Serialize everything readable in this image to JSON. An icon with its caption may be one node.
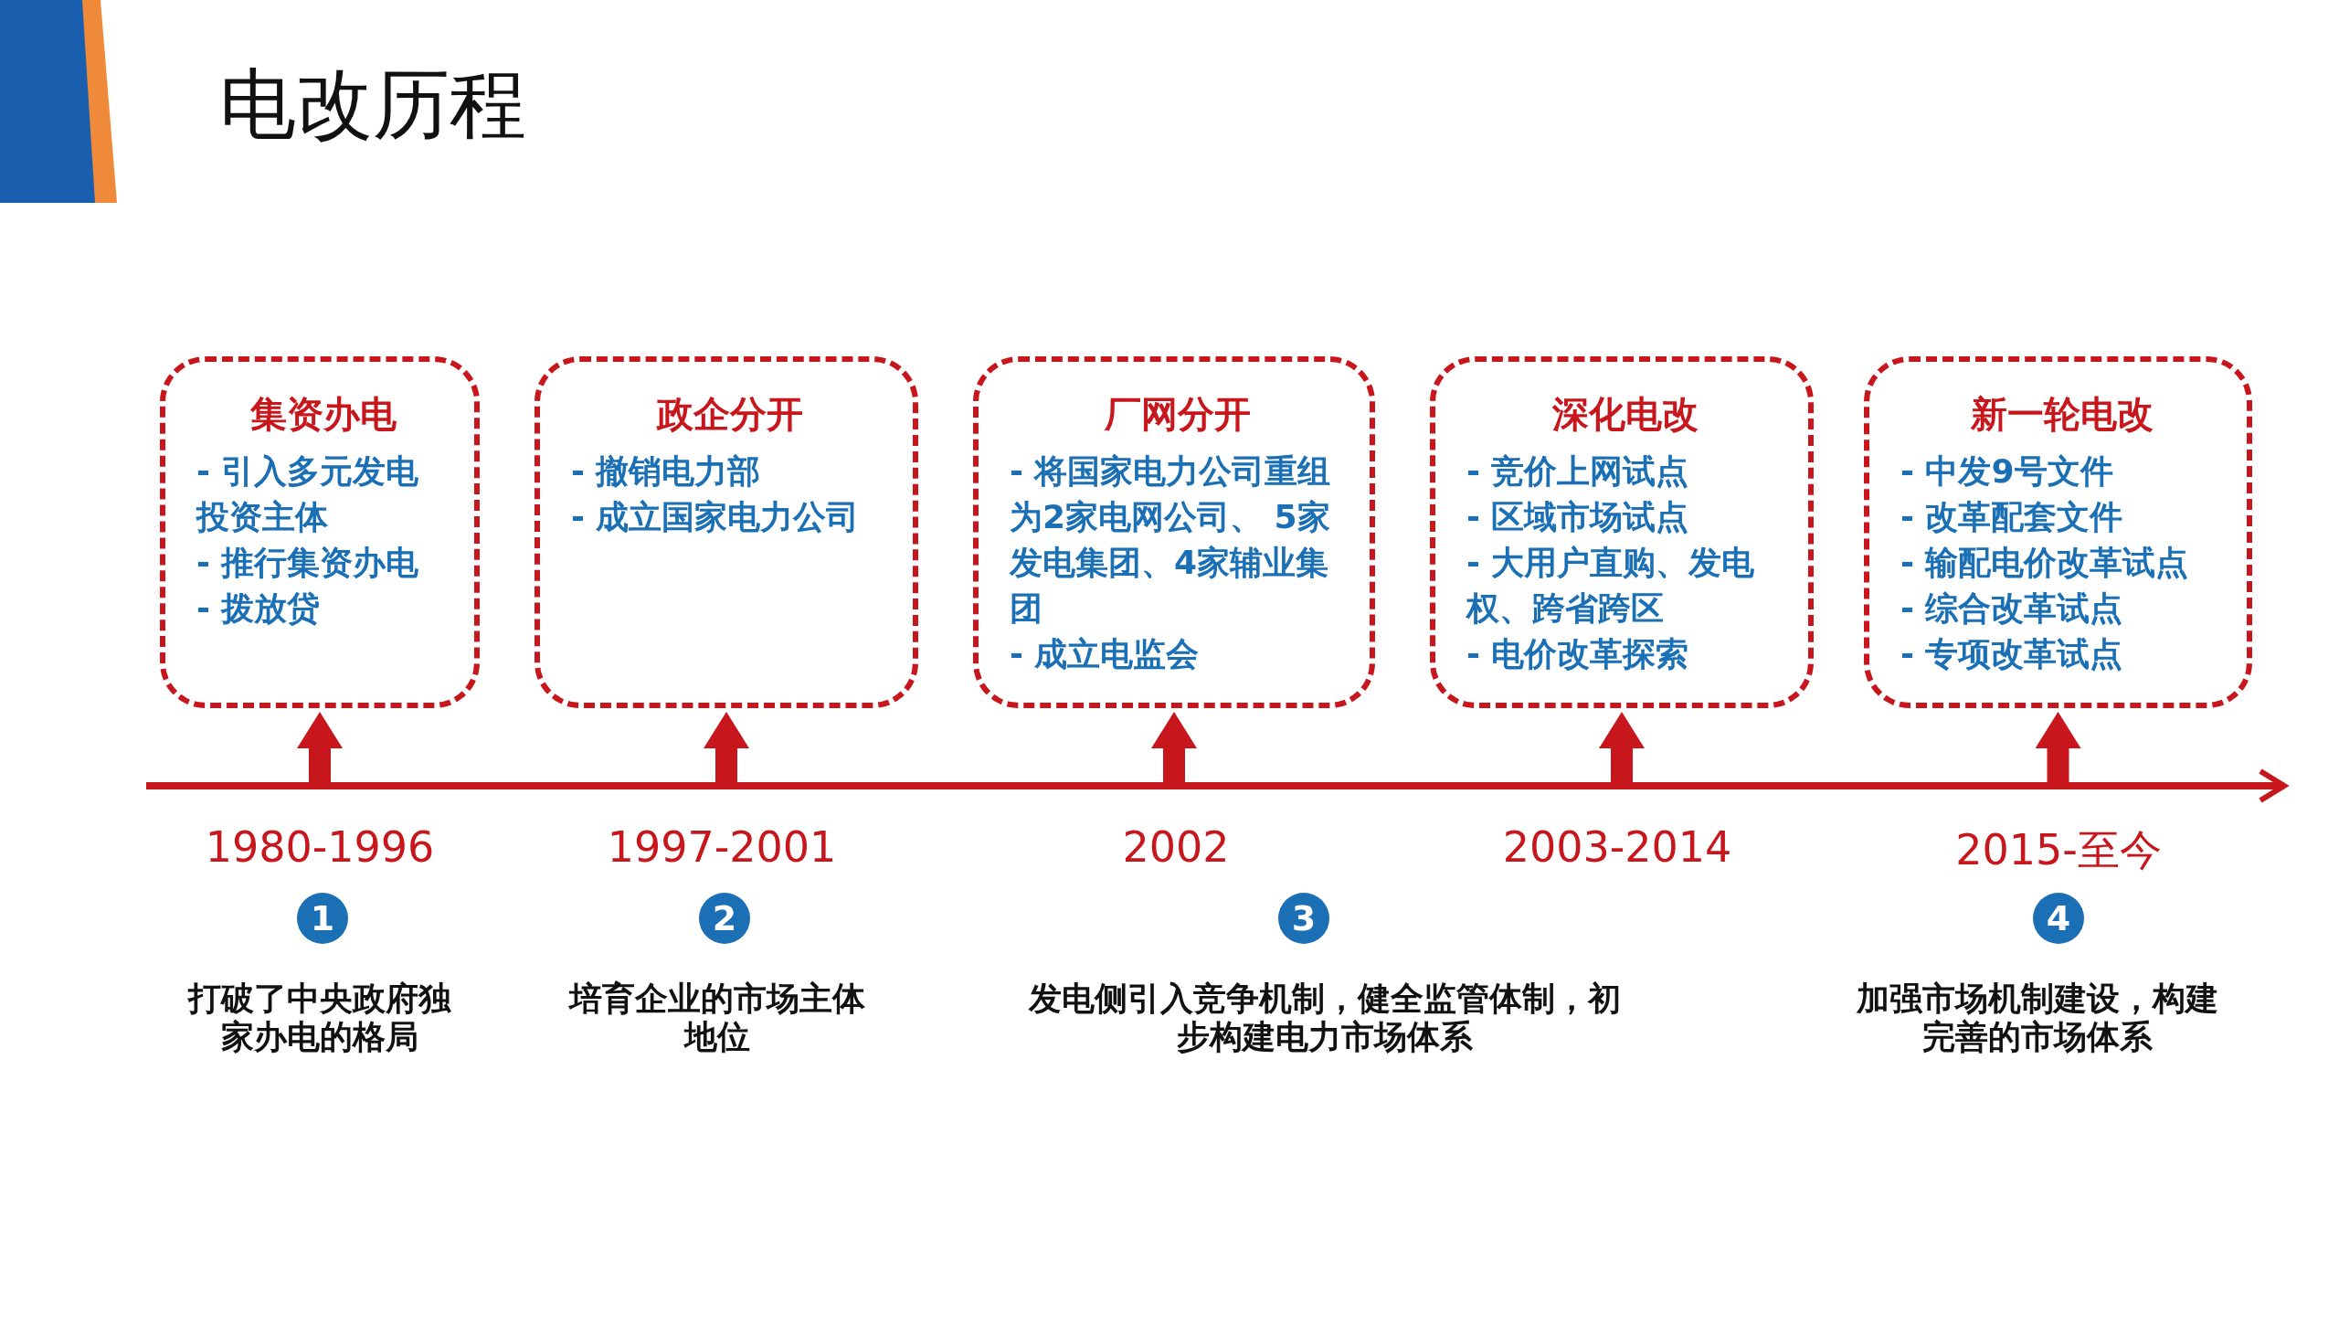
{
  "diagram": {
    "title": "电改历程",
    "nodes": [
      {
        "text": [
          "集资办电",
          "- 引入多元发电投资主体",
          "- 推行集资办电",
          "- 拨放贷"
        ]
      },
      {
        "text": [
          "政企分开",
          "- 撤销电力部",
          "- 成立国家电力公司"
        ]
      },
      {
        "text": [
          "厂网分开",
          "- 将国家电力公司重组为2家电网公司、 5家发电集团、4家辅业集团",
          "- 成立电监会"
        ]
      },
      {
        "text": [
          "深化电改",
          "- 竞价上网试点",
          "- 区域市场试点",
          "- 大用户直购、发电权、跨省跨区",
          "- 电价改革探索"
        ]
      },
      {
        "text": [
          "新一轮电改",
          "- 中发9号文件",
          "- 改革配套文件",
          "- 输配电价改革试点",
          "- 综合改革试点",
          "- 专项改革试点"
        ]
      }
    ],
    "edges": [
      {
        "from": null,
        "to": 0,
        "arrow": "to"
      },
      {
        "from": null,
        "to": 1,
        "arrow": "to"
      },
      {
        "from": null,
        "to": 2,
        "arrow": "to"
      },
      {
        "from": null,
        "to": 3,
        "arrow": "to"
      },
      {
        "from": null,
        "to": 4,
        "arrow": "to"
      }
    ],
    "labels": [
      "1980-1996",
      "1997-2001",
      "2002",
      "2003-2014",
      "2015-至今",
      "1",
      "2",
      "3",
      "4",
      "打破了中央政府独家办电的格局",
      "培育企业的市场主体地位",
      "发电侧引入竞争机制，健全监管体制，初步构建电力市场体系",
      "加强市场机制建设，构建完善的市场体系"
    ]
  }
}
